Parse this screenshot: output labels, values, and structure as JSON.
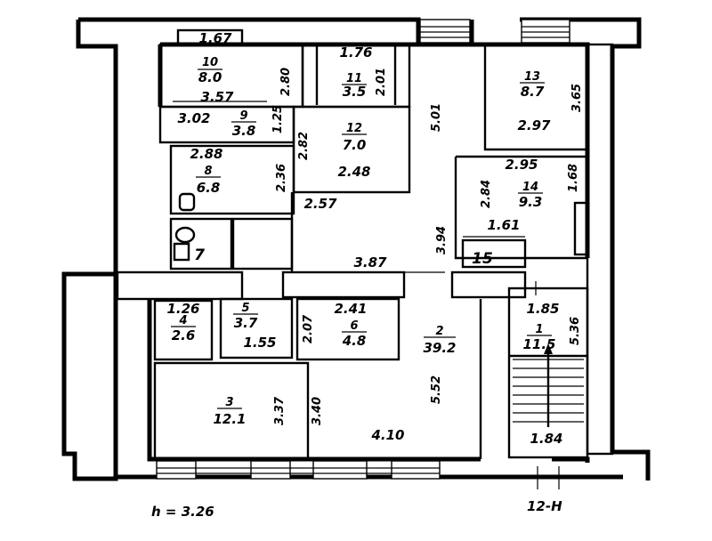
{
  "plan": {
    "height_note": "h = 3.26",
    "stair_code": "12-H",
    "rooms": [
      {
        "num": "10",
        "area": "8.0"
      },
      {
        "num": "11",
        "area": "3.5"
      },
      {
        "num": "13",
        "area": "8.7"
      },
      {
        "num": "9",
        "area": "3.8"
      },
      {
        "num": "12",
        "area": "7.0"
      },
      {
        "num": "8",
        "area": "6.8"
      },
      {
        "num": "14",
        "area": "9.3"
      },
      {
        "num": "7"
      },
      {
        "num": "15"
      },
      {
        "num": "4",
        "area": "2.6"
      },
      {
        "num": "5",
        "area": "3.7"
      },
      {
        "num": "6",
        "area": "4.8"
      },
      {
        "num": "2",
        "area": "39.2"
      },
      {
        "num": "1",
        "area": "11.5"
      },
      {
        "num": "3",
        "area": "12.1"
      }
    ],
    "dimensions": [
      "1.67",
      "2.80",
      "3.57",
      "1.76",
      "2.01",
      "5.01",
      "3.65",
      "2.97",
      "3.02",
      "1.25",
      "2.82",
      "2.48",
      "2.88",
      "2.36",
      "2.57",
      "2.95",
      "2.84",
      "1.68",
      "3.94",
      "1.61",
      "3.87",
      "1.26",
      "2.41",
      "2.07",
      "1.55",
      "1.85",
      "5.36",
      "3.37",
      "3.40",
      "5.52",
      "4.10",
      "1.84"
    ]
  }
}
